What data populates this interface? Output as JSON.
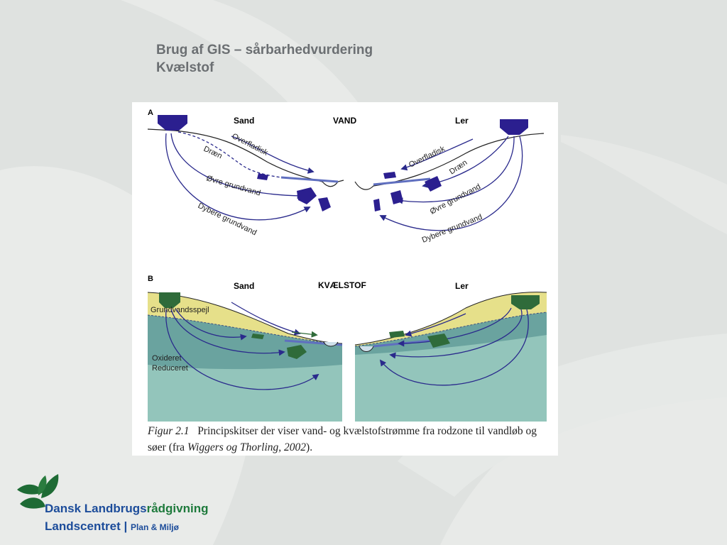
{
  "slide": {
    "title_line1": "Brug af GIS – sårbarhedvurdering",
    "title_line2": "Kvælstof"
  },
  "figure": {
    "panel_a": {
      "letter": "A",
      "left_label": "Sand",
      "center_label": "VAND",
      "right_label": "Ler",
      "left_flows": [
        "Overfladisk",
        "Dræn",
        "Øvre grundvand",
        "Dybere grundvand"
      ],
      "right_flows": [
        "Overfladisk",
        "Dræn",
        "Øvre grundvand",
        "Dybere grundvand"
      ]
    },
    "panel_b": {
      "letter": "B",
      "left_label": "Sand",
      "center_label": "KVÆLSTOF",
      "right_label": "Ler",
      "groundwater_label": "Grundvandsspejl",
      "oxidized_label": "Oxideret",
      "reduced_label": "Reduceret"
    },
    "caption_prefix": "Figur 2.1",
    "caption_text": "Principskitser der viser vand- og kvælstofstrømme fra rodzone til vandløb og søer (fra ",
    "caption_ref": "Wiggers og Thorling, 2002",
    "caption_end": ").",
    "colors": {
      "water_arrow": "#2a2a8c",
      "source_blue": "#2b1f8f",
      "source_green": "#2f6b3a",
      "sand_yellow": "#e6e08a",
      "oxidized": "#6aa39f",
      "reduced": "#93c5bb"
    }
  },
  "logo": {
    "brand_main": "Dansk Landbrugs",
    "brand_accent": "rådgivning",
    "sub_main": "Landscentret",
    "sub_sep": " | ",
    "sub_small": "Plan & Miljø",
    "icon": "leaf-logo-icon",
    "colors": {
      "blue": "#1c4c9a",
      "green": "#1e7a3c"
    }
  }
}
